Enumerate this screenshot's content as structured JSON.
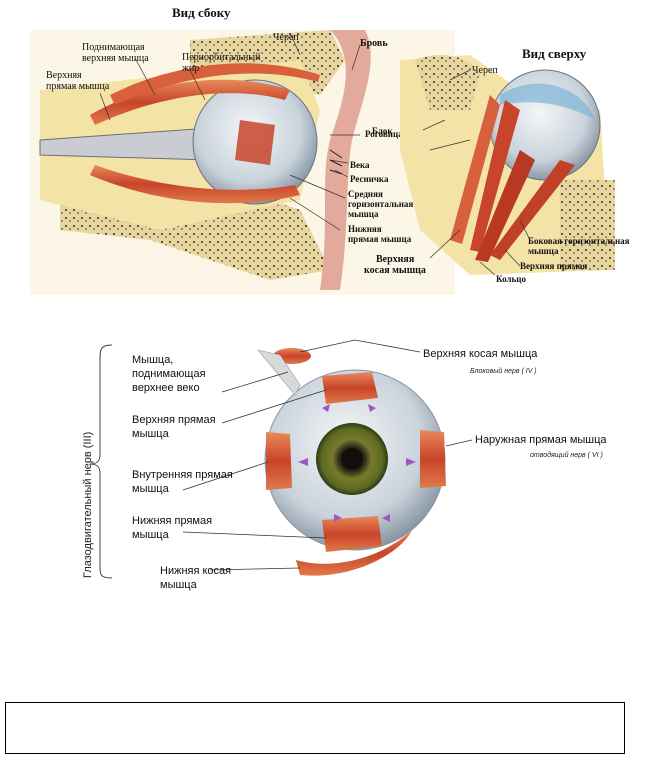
{
  "top_left": {
    "title": "Вид сбоку",
    "labels": {
      "skull": "Череп",
      "brow": "Бровь",
      "levator_1": "Поднимающая",
      "levator_2": "верхняя мышца",
      "periorbital_1": "Периорбитальный",
      "periorbital_2": "жир",
      "superior_rectus_1": "Верхняя",
      "superior_rectus_2": "прямая мышца",
      "cornea": "Роговица",
      "lids": "Века",
      "eyelash": "Ресничка",
      "middle_1": "Средняя",
      "middle_2": "горизонтальная",
      "middle_3": "мышца",
      "inferior_1": "Нижняя",
      "inferior_2": "прямая мышца"
    }
  },
  "top_right": {
    "title": "Вид сверху",
    "labels": {
      "skull": "Череп",
      "trochlea": "Блок",
      "superior_oblique_1": "Верхняя",
      "superior_oblique_2": "косая мышца",
      "lateral_1": "Боковая горизонтальная",
      "lateral_2": "мышца",
      "superior_rectus": "Верхняя прямая",
      "ring": "Кольцо"
    }
  },
  "bottom": {
    "side_label": "Глазодвигательный нерв (III)",
    "labels": {
      "superior_oblique": "Верхняя косая мышца",
      "trochlear_nerve": "Блоковый нерв ( IV )",
      "levator_1": "Мышца,",
      "levator_2": "поднимающая",
      "levator_3": "верхнее веко",
      "superior_rectus_1": "Верхняя прямая",
      "superior_rectus_2": "мышца",
      "lateral_rectus": "Наружная прямая мышца",
      "abducens_nerve": "отводящий нерв ( VI )",
      "medial_rectus_1": "Внутренняя прямая",
      "medial_rectus_2": "мышца",
      "inferior_rectus_1": "Нижняя  прямая",
      "inferior_rectus_2": "мышца",
      "inferior_oblique_1": "Нижняя косая",
      "inferior_oblique_2": "мышца"
    }
  }
}
